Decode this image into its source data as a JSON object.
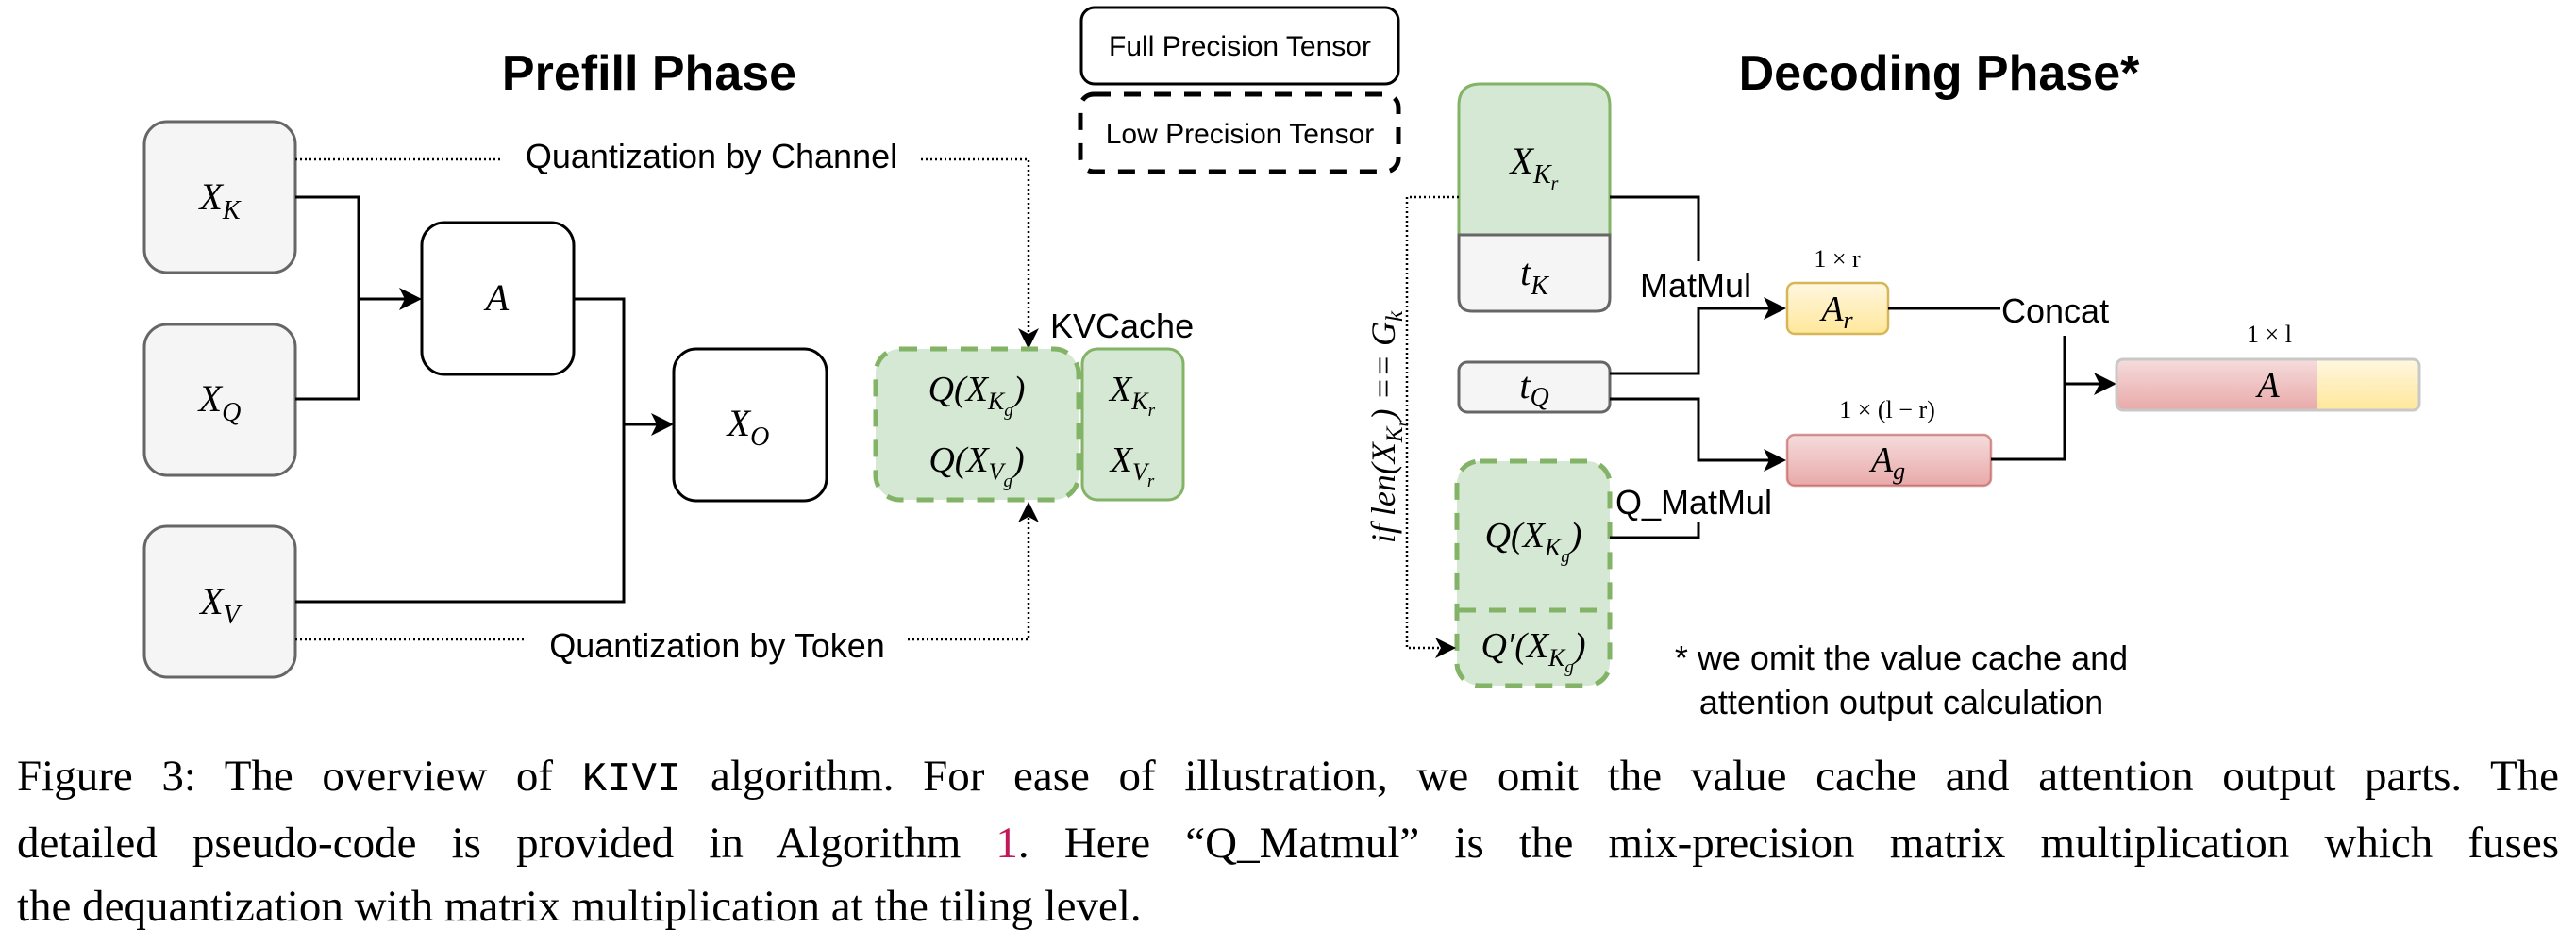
{
  "figure": {
    "prefill": {
      "title": "Prefill Phase",
      "inputs": [
        {
          "id": "xk",
          "base": "X",
          "sub": "K"
        },
        {
          "id": "xq",
          "base": "X",
          "sub": "Q"
        },
        {
          "id": "xv",
          "base": "X",
          "sub": "V"
        }
      ],
      "attention": {
        "base": "A"
      },
      "output": {
        "base": "X",
        "sub": "O"
      },
      "quant_channel_label": "Quantization by Channel",
      "quant_token_label": "Quantization by Token",
      "kvcache_label": "KVCache",
      "kvcache_quantized": [
        {
          "text": "Q(X",
          "sub": "K",
          "subsub": "g",
          "close": ")"
        },
        {
          "text": "Q(X",
          "sub": "V",
          "subsub": "g",
          "close": ")"
        }
      ],
      "kvcache_residual": [
        {
          "base": "X",
          "sub": "K",
          "subsub": "r"
        },
        {
          "base": "X",
          "sub": "V",
          "subsub": "r"
        }
      ]
    },
    "legend": {
      "full_precision": "Full Precision Tensor",
      "low_precision": "Low Precision Tensor"
    },
    "decoding": {
      "title": "Decoding Phase*",
      "residual_key": {
        "base": "X",
        "sub": "K",
        "subsub": "r"
      },
      "new_key": {
        "base": "t",
        "sub": "K"
      },
      "new_query": {
        "base": "t",
        "sub": "Q"
      },
      "quantized_key": {
        "text": "Q(X",
        "sub": "K",
        "subsub": "g",
        "close": ")"
      },
      "requantized_key": {
        "text": "Q′(X",
        "sub": "K",
        "subsub": "g",
        "close": ")"
      },
      "condition_label": "if len(X_Kr) == G_k",
      "condition": {
        "pre": "if  len(X",
        "sub": "K",
        "subsub": "r",
        "post": ") == G",
        "tail_sub": "k"
      },
      "matmul_label": "MatMul",
      "q_matmul_label": "Q_MatMul",
      "concat_label": "Concat",
      "ar": {
        "base": "A",
        "sub": "r",
        "shape": "1 × r"
      },
      "ag": {
        "base": "A",
        "sub": "g",
        "shape": "1 × (l − r)"
      },
      "a_full": {
        "base": "A",
        "shape": "1 × l"
      },
      "footnote_line1": "* we omit the value cache and",
      "footnote_line2": "attention output calculation"
    },
    "colors": {
      "full_precision_fill": "#f5f5f5",
      "residual_green": "#d5e8d4",
      "green_stroke": "#82b366",
      "ar_yellow": "#fff2cc",
      "ag_red": "#f8cecc",
      "ref_link": "#c2185b"
    }
  },
  "caption": {
    "line1_a": "Figure 3: The overview of ",
    "method": "KIVI",
    "line1_b": " algorithm. For ease of illustration, we omit the value cache and attention output parts. The",
    "line2_a": "detailed pseudo-code is provided in Algorithm ",
    "ref": "1",
    "line2_b": ". Here “Q_Matmul” is the mix-precision matrix multiplication which fuses",
    "line3": "the dequantization with matrix multiplication at the tiling level."
  }
}
